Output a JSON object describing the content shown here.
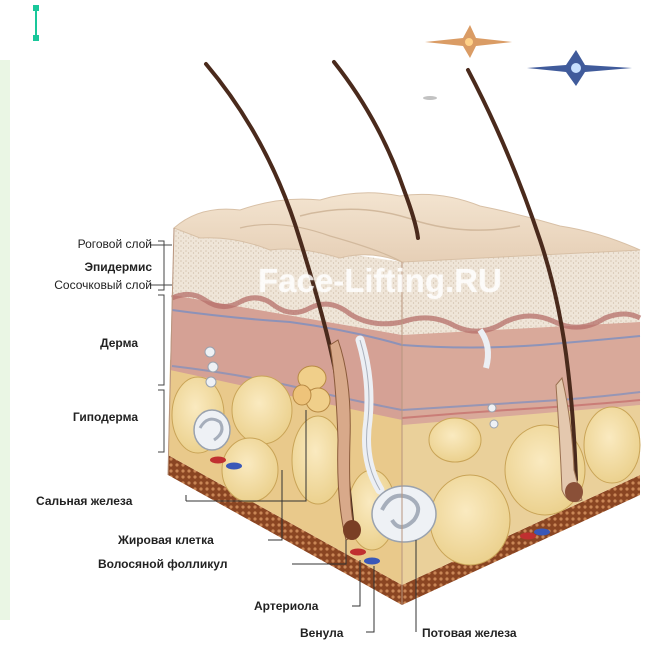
{
  "watermark": "Face-Lifting.RU",
  "labels": {
    "rogovoy": "Роговой слой",
    "epidermis": "Эпидермис",
    "sosochkovy": "Сосочковый слой",
    "derma": "Дерма",
    "gipoderma": "Гиподерма",
    "salnaya": "Сальная железа",
    "zhirovaya": "Жировая клетка",
    "volosyanoy": "Волосяной фолликул",
    "arteriola": "Артериола",
    "venula": "Венула",
    "potovaya": "Потовая железа"
  },
  "colors": {
    "stratum_corneum": "#f1e6d6",
    "epidermis": "#e9d7c4",
    "dermis": "#d9a99a",
    "hypodermis": "#efd491",
    "fat_cell": "#f5e0a4",
    "base_mesh": "#7a3a1a",
    "hair": "#4a2a1c",
    "sweat_gland": "#e9ecf1"
  }
}
